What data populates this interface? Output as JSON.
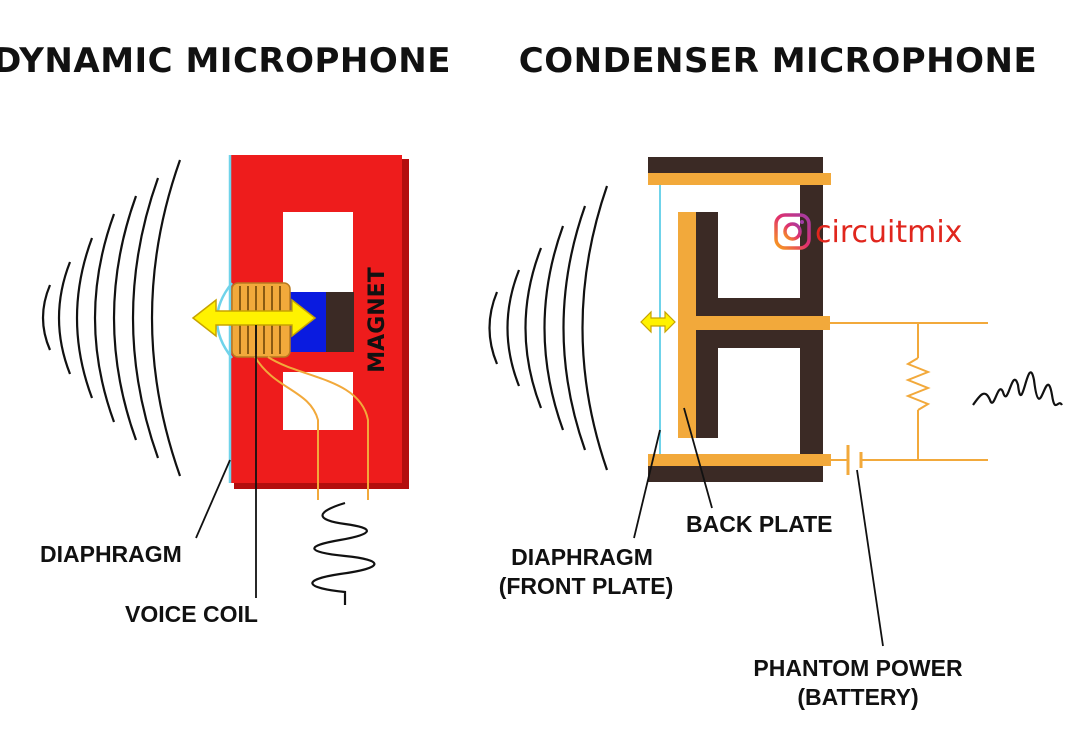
{
  "titles": {
    "dynamic": "DYNAMIC MICROPHONE",
    "condenser": "CONDENSER MICROPHONE"
  },
  "dynamic": {
    "magnet_label": "MAGNET",
    "diaphragm_label": "DIAPHRAGM",
    "voice_coil_label": "VOICE COIL"
  },
  "condenser": {
    "back_plate_label": "BACK PLATE",
    "diaphragm_line1": "DIAPHRAGM",
    "diaphragm_line2": "(FRONT PLATE)",
    "phantom_line1": "PHANTOM POWER",
    "phantom_line2": "(BATTERY)"
  },
  "brand": {
    "name": "circuitmix",
    "icon": "instagram-icon"
  },
  "colors": {
    "magnet_red": "#ee1c1c",
    "coil_orange": "#f2a93b",
    "plate_dark": "#3b2a25",
    "diaphragm_cyan": "#6fd3ea",
    "arrow_yellow": "#fff200",
    "pole_blue": "#0a1be0",
    "brand_red": "#e0261d"
  }
}
